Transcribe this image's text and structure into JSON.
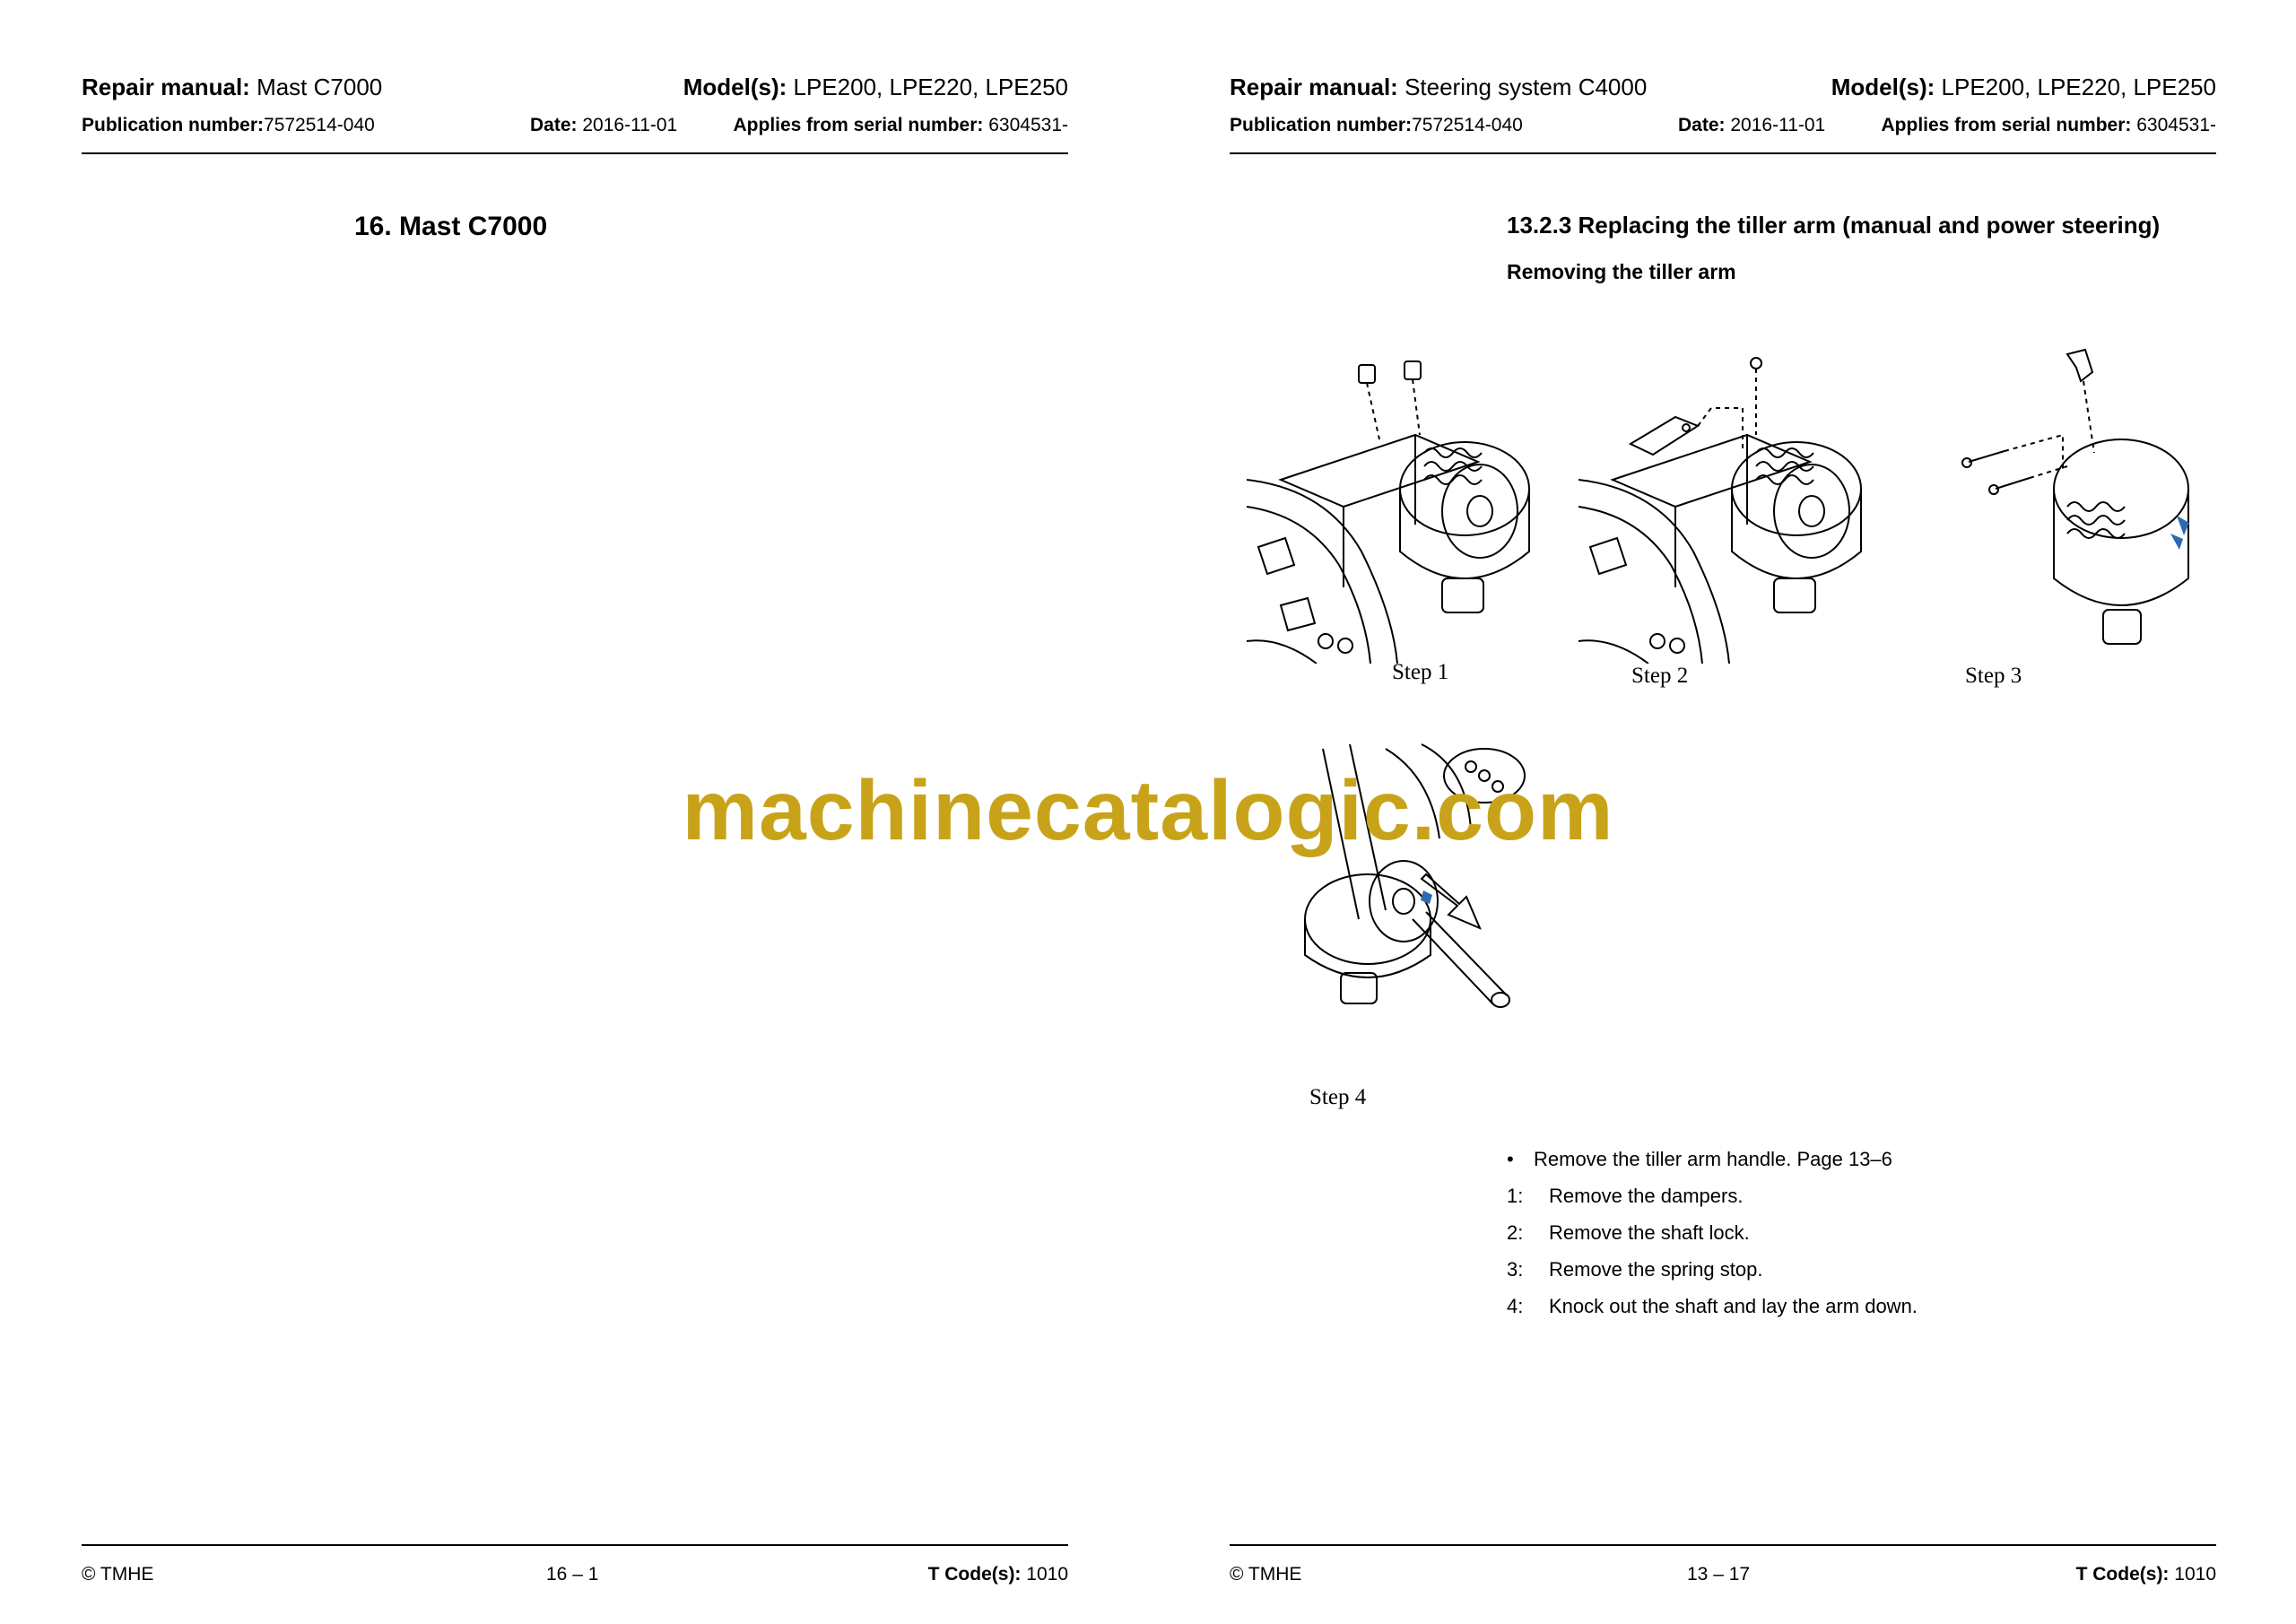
{
  "left_page": {
    "header": {
      "manual_label": "Repair manual:",
      "manual_value": "Mast C7000",
      "models_label": "Model(s):",
      "models_value": "LPE200, LPE220, LPE250",
      "pub_label": "Publication number:",
      "pub_value": "7572514-040",
      "date_label": "Date:",
      "date_value": "2016-11-01",
      "serial_label": "Applies from serial number:",
      "serial_value": "6304531-"
    },
    "chapter_title": "16. Mast C7000",
    "footer": {
      "copyright": "© TMHE",
      "page": "16 – 1",
      "tcode_label": "T Code(s):",
      "tcode_value": "1010"
    }
  },
  "right_page": {
    "header": {
      "manual_label": "Repair manual:",
      "manual_value": "Steering system C4000",
      "models_label": "Model(s):",
      "models_value": "LPE200, LPE220, LPE250",
      "pub_label": "Publication number:",
      "pub_value": "7572514-040",
      "date_label": "Date:",
      "date_value": "2016-11-01",
      "serial_label": "Applies from serial number:",
      "serial_value": "6304531-"
    },
    "section_title": "13.2.3 Replacing the tiller arm (manual and power steering)",
    "subsection_title": "Removing the tiller arm",
    "figure_steps": [
      "Step 1",
      "Step 2",
      "Step 3",
      "Step 4"
    ],
    "instructions": [
      {
        "marker": "•",
        "text": "Remove the tiller arm handle. Page 13–6"
      },
      {
        "marker": "1:",
        "text": "Remove the dampers."
      },
      {
        "marker": "2:",
        "text": "Remove the shaft lock."
      },
      {
        "marker": "3:",
        "text": "Remove the spring stop."
      },
      {
        "marker": "4:",
        "text": "Knock out the shaft and lay the arm down."
      }
    ],
    "footer": {
      "copyright": "© TMHE",
      "page": "13 – 17",
      "tcode_label": "T Code(s):",
      "tcode_value": "1010"
    }
  },
  "watermark": "machinecatalogic.com",
  "colors": {
    "watermark": "#c8a31a",
    "highlight_blue": "#2b6cb0"
  }
}
